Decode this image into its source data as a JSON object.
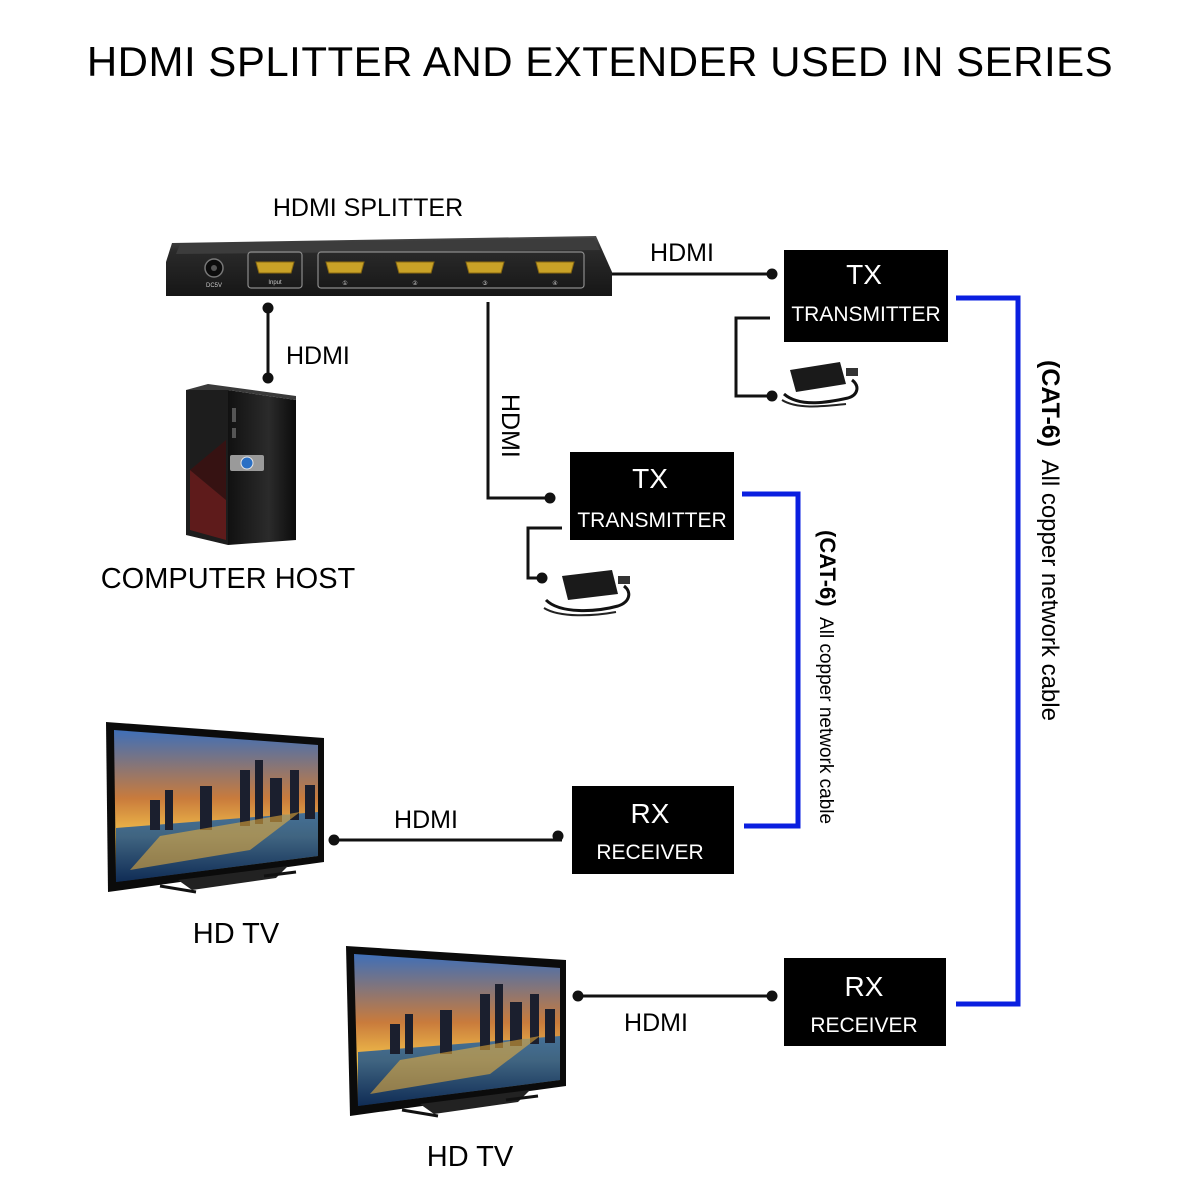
{
  "title": "HDMI SPLITTER AND EXTENDER USED IN SERIES",
  "splitter": {
    "label": "HDMI SPLITTER",
    "dc_label": "DC5V",
    "input_label": "Input",
    "port_numbers": [
      "①",
      "②",
      "③",
      "④"
    ]
  },
  "computer": {
    "label": "COMPUTER HOST"
  },
  "cables": {
    "hdmi": "HDMI",
    "cat6_strong": "(CAT-6)",
    "cat6_rest": "All copper network cable"
  },
  "tx_1": {
    "top": "TX",
    "sub": "TRANSMITTER"
  },
  "tx_2": {
    "top": "TX",
    "sub": "TRANSMITTER"
  },
  "rx_1": {
    "top": "RX",
    "sub": "RECEIVER"
  },
  "rx_2": {
    "top": "RX",
    "sub": "RECEIVER"
  },
  "tv_1": {
    "label": "HD TV"
  },
  "tv_2": {
    "label": "HD TV"
  },
  "colors": {
    "network_cable": "#0a1fe0",
    "device_body": "#000000",
    "splitter_body": "#2a2a2a",
    "hdmi_port": "#c9a227"
  }
}
